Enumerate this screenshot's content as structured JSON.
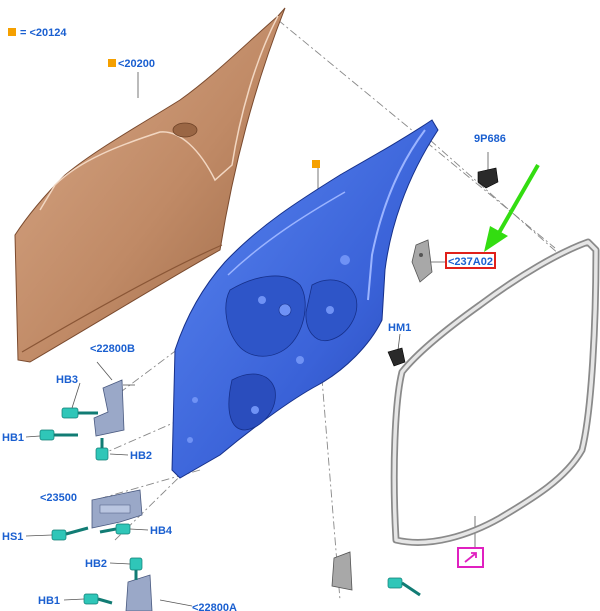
{
  "legend": {
    "marker_color": "#f5a000",
    "text": "= <20124"
  },
  "parts": {
    "outer_panel": "<20200",
    "latch_bracket": "<237A02",
    "clip_top": "9P686",
    "clip_mid": "HM1",
    "hinge_upper": "<22800B",
    "hinge_lower": "<22800A",
    "check_strap": "<23500",
    "bolt_hb3": "HB3",
    "bolt_hb1_upper": "HB1",
    "bolt_hb2_upper": "HB2",
    "bolt_hs1": "HS1",
    "bolt_hb4": "HB4",
    "bolt_hb2_lower": "HB2",
    "bolt_hb1_lower": "HB1"
  },
  "colors": {
    "label": "#1a5fd0",
    "inner_panel": "#3a62d8",
    "outer_panel": "#c08a66",
    "fastener": "#2fc6b8",
    "highlight_box": "#e0201a",
    "arrow": "#33dd11",
    "note_icon": "#e020c0"
  },
  "icons": [
    "orange-square-marker-icon",
    "green-arrow-icon",
    "pink-note-icon"
  ]
}
